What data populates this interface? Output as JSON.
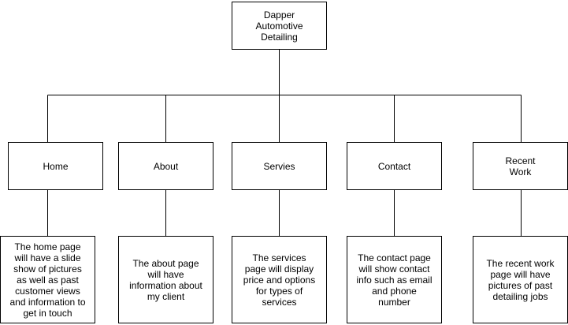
{
  "root": {
    "label": "Dapper\nAutomotive\nDetailing"
  },
  "pages": [
    {
      "label": "Home",
      "description": "The home page\nwill have a slide\nshow of pictures\nas well as past\ncustomer views\nand information to\nget in touch"
    },
    {
      "label": "About",
      "description": "The about page\nwill have\ninformation about\nmy client"
    },
    {
      "label": "Servies",
      "description": "The services\npage will display\nprice and options\nfor types of\nservices"
    },
    {
      "label": "Contact",
      "description": "The contact page\nwill show contact\ninfo such as email\nand phone\nnumber"
    },
    {
      "label": "Recent\nWork",
      "description": "The recent work\npage will have\npictures of past\ndetailing jobs"
    }
  ]
}
